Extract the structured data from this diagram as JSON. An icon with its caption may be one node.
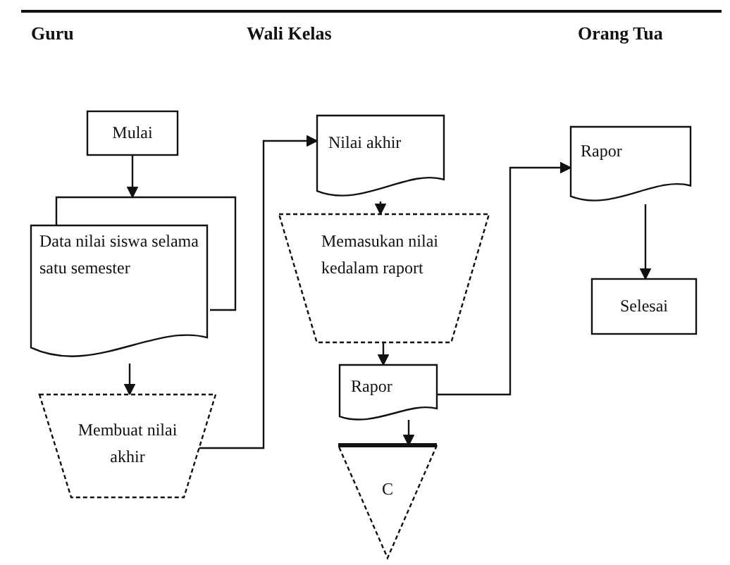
{
  "diagram": {
    "nodes": [
      {
        "text": [
          "Mulai"
        ]
      },
      {
        "text": [
          "Data nilai siswa selama satu semester"
        ]
      },
      {
        "text": [
          "Membuat nilai akhir"
        ]
      },
      {
        "text": [
          "Nilai akhir"
        ]
      },
      {
        "text": [
          "Memasukan nilai kedalam raport"
        ]
      },
      {
        "text": [
          "Rapor"
        ]
      },
      {
        "text": [
          "C"
        ]
      },
      {
        "text": [
          "Rapor"
        ]
      },
      {
        "text": [
          "Selesai"
        ]
      }
    ],
    "edges": [
      {
        "from": 0,
        "to": 1,
        "arrow": "to"
      },
      {
        "from": 1,
        "to": 2,
        "arrow": "to"
      },
      {
        "from": 2,
        "to": 3,
        "arrow": "to"
      },
      {
        "from": 3,
        "to": 4,
        "arrow": "to"
      },
      {
        "from": 4,
        "to": 5,
        "arrow": "to"
      },
      {
        "from": 5,
        "to": 6,
        "arrow": "to"
      },
      {
        "from": 5,
        "to": 7,
        "arrow": "to"
      },
      {
        "from": 7,
        "to": 8,
        "arrow": "to"
      }
    ],
    "labels": [
      "Guru",
      "Wali Kelas",
      "Orang Tua"
    ]
  }
}
